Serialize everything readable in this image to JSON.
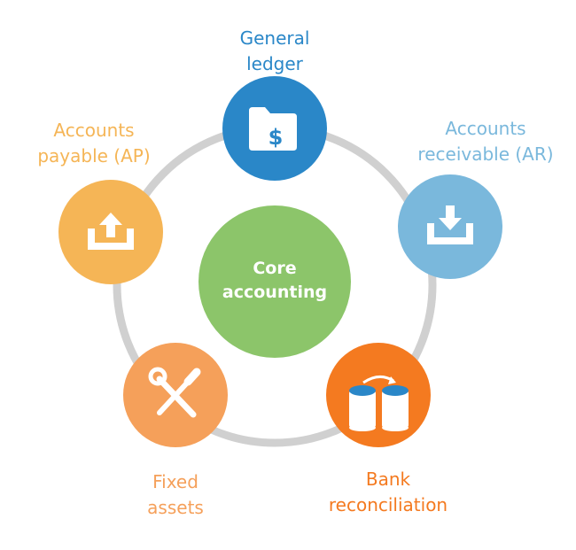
{
  "center": {
    "line1": "Core",
    "line2": "accounting",
    "color": "#8cc56a"
  },
  "nodes": [
    {
      "id": "general-ledger",
      "line1": "General",
      "line2": "ledger",
      "color": "#2a87c8",
      "text_color": "#2a87c8",
      "icon": "folder-dollar-icon"
    },
    {
      "id": "accounts-receivable",
      "line1": "Accounts",
      "line2": "receivable (AR)",
      "color": "#7ab8dc",
      "text_color": "#7ab8dc",
      "icon": "download-tray-icon"
    },
    {
      "id": "bank-reconciliation",
      "line1": "Bank",
      "line2": "reconciliation",
      "color": "#f47a20",
      "text_color": "#f47a20",
      "icon": "database-transfer-icon"
    },
    {
      "id": "fixed-assets",
      "line1": "Fixed",
      "line2": "assets",
      "color": "#f5a05a",
      "text_color": "#f5a05a",
      "icon": "wrench-screwdriver-icon"
    },
    {
      "id": "accounts-payable",
      "line1": "Accounts",
      "line2": "payable (AP)",
      "color": "#f5b556",
      "text_color": "#f5b556",
      "icon": "upload-tray-icon"
    }
  ],
  "ring_color": "#d0d0d0"
}
